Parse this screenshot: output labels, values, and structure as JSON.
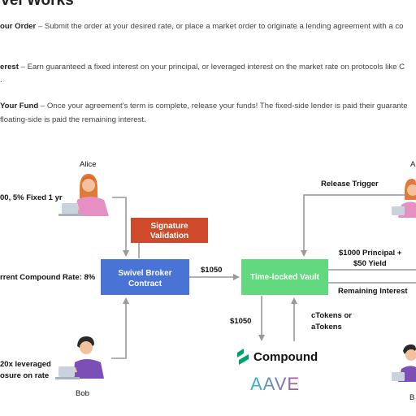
{
  "heading": "ivel Works",
  "steps": [
    {
      "label": "our Order",
      "text": " – Submit the order at your desired rate, or place a market order to originate a lending agreement with a co",
      "cont": ""
    },
    {
      "label": "erest",
      "text": " – Earn guaranteed a fixed interest on your principal, or leveraged interest on the market rate on protocols like C",
      "cont": "."
    },
    {
      "label": "Your Fund",
      "text": " – Once your agreement's term is complete, release your funds! The fixed-side lender is paid their guarante",
      "cont": "floating-side is paid the remaining interest."
    }
  ],
  "diagram": {
    "alice_name": "Alice",
    "alice_order": "00, 5% Fixed 1 yr",
    "compound_rate": "rrent Compound Rate: 8%",
    "bob_line1": "20x leveraged",
    "bob_line2": "osure on rate",
    "bob_name": "Bob",
    "signature_line1": "Signature",
    "signature_line2": "Validation",
    "broker_line1": "Swivel Broker",
    "broker_line2": "Contract",
    "transfer_to_vault": "$1050",
    "vault": "Time-locked Vault",
    "release_trigger": "Release Trigger",
    "principal_line1": "$1000 Principal +",
    "principal_line2": "$50 Yield",
    "remaining_interest": "Remaining Interest",
    "to_protocol": "$1050",
    "tokens_line1": "cTokens or",
    "tokens_line2": "aTokens",
    "compound_logo": "Compound",
    "aave_logo": "AAVE",
    "right_top_name": "A",
    "right_bottom_name": "B"
  },
  "colors": {
    "broker_box": "#4a73d6",
    "signature_box": "#cf4a2a",
    "vault_box": "#62d97e",
    "arrow": "#999999",
    "compound": "#00a070",
    "aave_start": "#2ebac6",
    "aave_end": "#b6509e"
  },
  "icons": [
    "alice-avatar-icon",
    "bob-avatar-icon",
    "compound-logo-icon"
  ]
}
